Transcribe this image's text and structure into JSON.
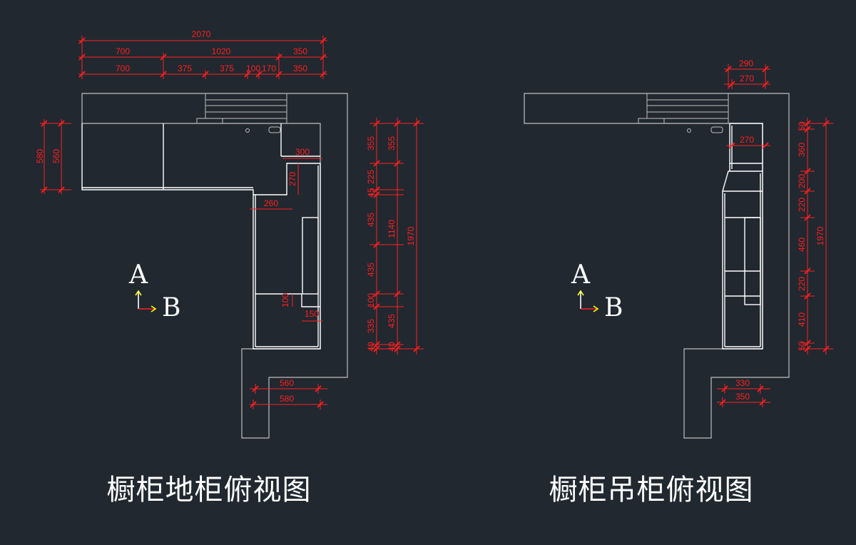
{
  "left_view": {
    "title": "橱柜地柜俯视图",
    "top_total": "2070",
    "top_row2": [
      "700",
      "1020",
      "350"
    ],
    "top_row3": [
      "700",
      "375",
      "375",
      "100",
      "170",
      "350"
    ],
    "left_dims": [
      "580",
      "560"
    ],
    "inner_dims": [
      "300",
      "270",
      "260",
      "100",
      "150"
    ],
    "right_col1": [
      "355",
      "225",
      "45",
      "435",
      "435",
      "100",
      "335",
      "40"
    ],
    "right_col2": [
      "355",
      "1140",
      "435",
      "40"
    ],
    "right_total": "1970",
    "bottom_dims": [
      "560",
      "580"
    ]
  },
  "right_view": {
    "title": "橱柜吊柜俯视图",
    "top_dims": [
      "290",
      "270"
    ],
    "inner_dims": [
      "270"
    ],
    "right_col1": [
      "50",
      "360",
      "200",
      "220",
      "460",
      "220",
      "410",
      "50"
    ],
    "right_total": "1970",
    "bottom_dims": [
      "330",
      "350"
    ]
  },
  "axis": {
    "a_label": "A",
    "b_label": "B",
    "arrow_color": "#ffff00"
  },
  "colors": {
    "background": "#212830",
    "dimension": "#ff1f1f",
    "outline": "#cfcfcf",
    "cabinet": "#ffffff"
  }
}
